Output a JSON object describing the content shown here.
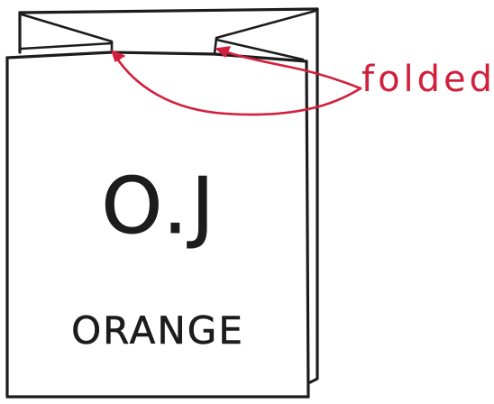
{
  "carton": {
    "main_label": "O.J",
    "sub_label": "ORANGE"
  },
  "annotation": {
    "text": "folded",
    "color": "#d21f3c"
  },
  "ink_color": "#1c1c1c"
}
